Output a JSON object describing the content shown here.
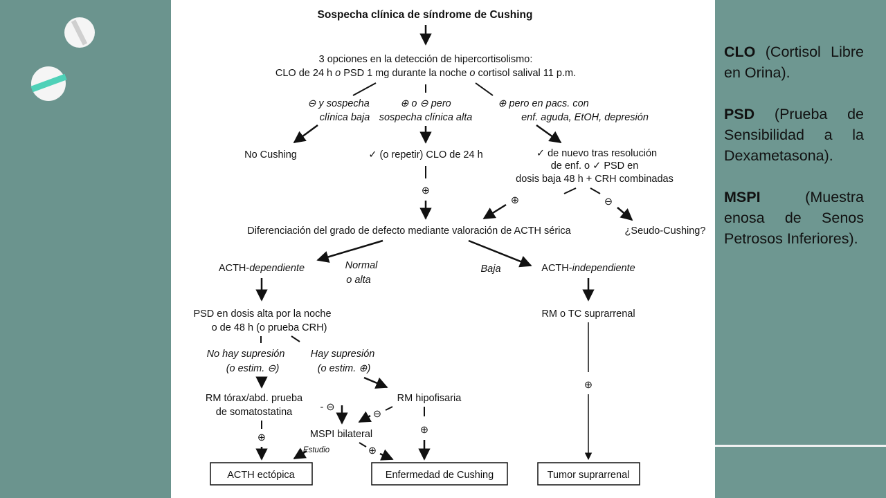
{
  "colors": {
    "background": "#6e9791",
    "accent_teal": "#4fd1b8",
    "pill_white": "#f5f5f5"
  },
  "decorations": {
    "top_pill_icon": "capsule-icon",
    "bottom_pill_icon": "capsule-icon"
  },
  "flowchart": {
    "title": "Sospecha clínica de síndrome de Cushing",
    "options_line1": "3 opciones en la detección de hipercortisolismo:",
    "options_line2_a": "CLO de 24 h ",
    "options_line2_o1": "o",
    "options_line2_b": " PSD 1 mg durante la noche ",
    "options_line2_o2": "o",
    "options_line2_c": " cortisol salival 11 p.m.",
    "branch_left_1": "⊖ y sospecha",
    "branch_left_2": "clínica baja",
    "branch_mid_1": "⊕ o ⊖ pero",
    "branch_mid_2": "sospecha clínica alta",
    "branch_right_1": "⊕ pero en pacs. con",
    "branch_right_2": "enf. aguda, EtOH, depresión",
    "no_cushing": "No Cushing",
    "repeat_clo": "✓ (o repetir) CLO de 24 h",
    "again_1": "✓ de nuevo tras resolución",
    "again_2": "de enf. o ✓ PSD en",
    "again_3": "dosis baja 48 h + CRH combinadas",
    "plus": "⊕",
    "minus": "⊖",
    "differentiation": "Diferenciación del grado de defecto mediante valoración de ACTH sérica",
    "pseudo_cushing": "¿Seudo-Cushing?",
    "acth_dep_prefix": "ACTH-",
    "acth_dep_suffix": "dependiente",
    "normal_1": "Normal",
    "normal_2": "o alta",
    "baja": "Baja",
    "acth_ind_prefix": "ACTH-",
    "acth_ind_suffix": "independiente",
    "psd_high_1": "PSD en dosis alta por la noche",
    "psd_high_2": "o de 48 h (o prueba CRH)",
    "rm_tc": "RM o TC suprarrenal",
    "no_supr_1": "No hay supresión",
    "no_supr_2": "(o estim. ⊖)",
    "supr_1": "Hay supresión",
    "supr_2": "(o estim. ⊕)",
    "rm_torax_1": "RM tórax/abd. prueba",
    "rm_torax_2": "de somatostatina",
    "minus_dash": "- ⊖",
    "rm_hipo": "RM hipofisaria",
    "mspi": "MSPI bilateral",
    "estudio": "Estudio",
    "box_ectopic": "ACTH ectópica",
    "box_cushing": "Enfermedad de Cushing",
    "box_tumor": "Tumor suprarrenal"
  },
  "definitions": [
    {
      "abbr": "CLO",
      "text": " (Cortisol Libre en Orina)."
    },
    {
      "abbr": "PSD",
      "text": " (Prueba de Sensibilidad a la Dexametasona)."
    },
    {
      "abbr": "MSPI",
      "text": " (Muestra enosa de Senos Petrosos Inferiores)."
    }
  ]
}
